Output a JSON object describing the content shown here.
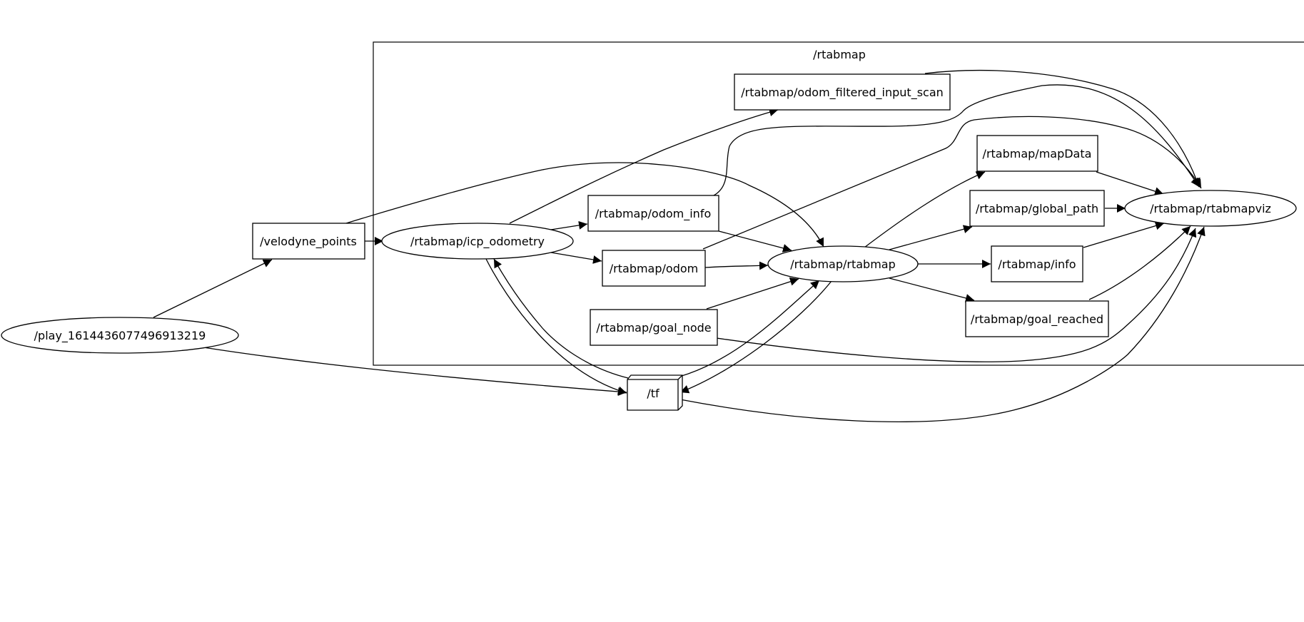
{
  "cluster": {
    "label": "/rtabmap"
  },
  "nodes": {
    "play": "/play_1614436077496913219",
    "velodyne_points": "/velodyne_points",
    "icp_odometry": "/rtabmap/icp_odometry",
    "odom_filtered_input_scan": "/rtabmap/odom_filtered_input_scan",
    "odom_info": "/rtabmap/odom_info",
    "odom": "/rtabmap/odom",
    "goal_node": "/rtabmap/goal_node",
    "rtabmap": "/rtabmap/rtabmap",
    "mapData": "/rtabmap/mapData",
    "global_path": "/rtabmap/global_path",
    "info": "/rtabmap/info",
    "goal_reached": "/rtabmap/goal_reached",
    "rtabmapviz": "/rtabmap/rtabmapviz",
    "tf": "/tf"
  }
}
